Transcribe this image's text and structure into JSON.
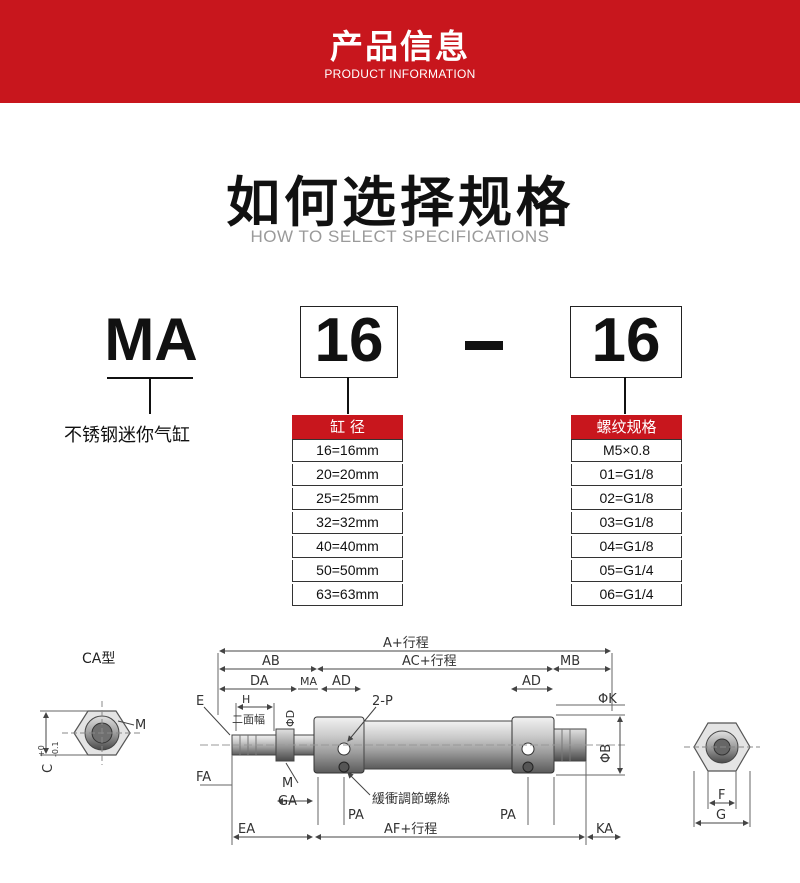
{
  "banner": {
    "title": "产品信息",
    "subtitle": "PRODUCT INFORMATION"
  },
  "heading": {
    "title": "如何选择规格",
    "subtitle": "HOW TO SELECT SPECIFICATIONS"
  },
  "model_code": {
    "series": "MA",
    "series_desc": "不锈钢迷你气缸",
    "bore": "16",
    "separator": "–",
    "thread": "16"
  },
  "bore_table": {
    "header": "缸 径",
    "rows": [
      "16=16mm",
      "20=20mm",
      "25=25mm",
      "32=32mm",
      "40=40mm",
      "50=50mm",
      "63=63mm"
    ]
  },
  "thread_table": {
    "header": "螺纹规格",
    "rows": [
      "M5×0.8",
      "01=G1/8",
      "02=G1/8",
      "03=G1/8",
      "04=G1/8",
      "05=G1/4",
      "06=G1/4"
    ]
  },
  "drawing": {
    "type_label": "CA型",
    "labels": {
      "a_stroke": "A+行程",
      "ab": "AB",
      "ac_stroke": "AC+行程",
      "mb": "MB",
      "da": "DA",
      "ma": "MA",
      "ad_left": "AD",
      "ad_right": "AD",
      "two_p": "2-P",
      "phi_k": "ΦK",
      "phi_b": "ΦB",
      "phi_d": "ΦD",
      "e": "E",
      "h": "H",
      "flats": "二面幅",
      "fa": "FA",
      "m_left": "M",
      "m_body": "M",
      "ga": "GA",
      "pa_left": "PA",
      "pa_right": "PA",
      "cushion": "緩衝調節螺絲",
      "ea": "EA",
      "af_stroke": "AF+行程",
      "ka": "KA",
      "c_tol": "C",
      "tol_plus": "+0",
      "tol_minus": "-0.1",
      "f": "F",
      "g": "G"
    }
  }
}
